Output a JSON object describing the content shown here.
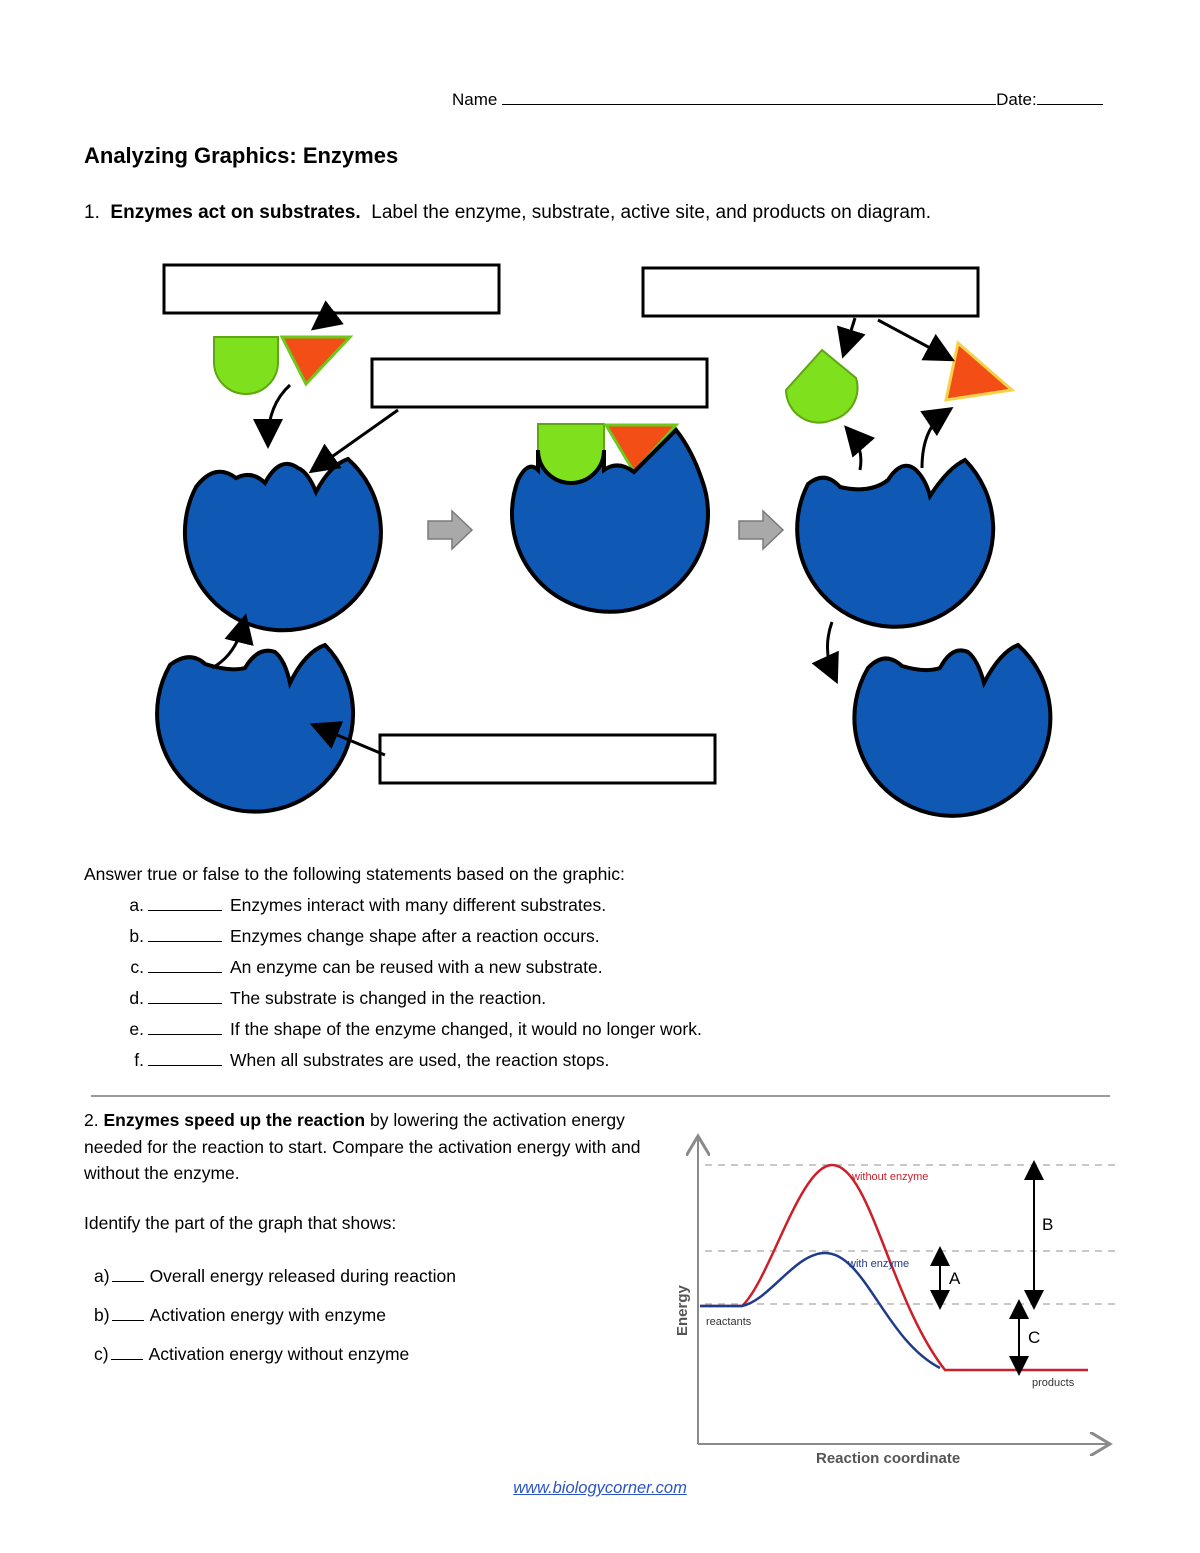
{
  "header": {
    "name_label": "Name",
    "date_label": "Date:"
  },
  "title": "Analyzing Graphics: Enzymes",
  "question1": {
    "number": "1.",
    "bold": "Enzymes act on substrates.",
    "rest": "Label the enzyme, substrate, active site, and products on diagram."
  },
  "true_false": {
    "intro": "Answer true or false to the following statements based on the graphic:",
    "items": [
      {
        "letter": "a.",
        "text": "Enzymes interact with  many different  substrates."
      },
      {
        "letter": "b.",
        "text": "Enzymes change shape after a reaction occurs."
      },
      {
        "letter": "c.",
        "text": "An enzyme can be reused with a new substrate."
      },
      {
        "letter": "d.",
        "text": "The substrate is changed in the reaction."
      },
      {
        "letter": "e.",
        "text": "If the shape of the enzyme changed, it would no longer work."
      },
      {
        "letter": "f.",
        "text": "When all substrates are used, the reaction stops."
      }
    ]
  },
  "question2": {
    "number": "2.",
    "bold": "Enzymes speed up the reaction",
    "rest": "by lowering the activation energy needed for the reaction to start. Compare the activation energy with and without the enzyme.",
    "identify": "Identify the part of the graph that shows:",
    "answers": [
      {
        "letter": "a)",
        "text": "Overall energy released during reaction"
      },
      {
        "letter": "b)",
        "text": "Activation energy with enzyme"
      },
      {
        "letter": "c)",
        "text": "Activation energy without enzyme"
      }
    ]
  },
  "graph": {
    "ylabel": "Energy",
    "xlabel": "Reaction coordinate",
    "without_label": "without enzyme",
    "with_label": "with enzyme",
    "reactants_label": "reactants",
    "products_label": "products",
    "mark_a": "A",
    "mark_b": "B",
    "mark_c": "C",
    "colors": {
      "without": "#cc1f2a",
      "with": "#1f3b8a",
      "axis": "#8a8a8a",
      "dashed": "#b5b5b5"
    }
  },
  "diagram_colors": {
    "enzyme": "#0f58b4",
    "substrate_green": "#7fe01d",
    "substrate_orange": "#f24e16",
    "arrow_gray": "#a9a9a9"
  },
  "footer": {
    "link": "www.biologycorner.com"
  }
}
